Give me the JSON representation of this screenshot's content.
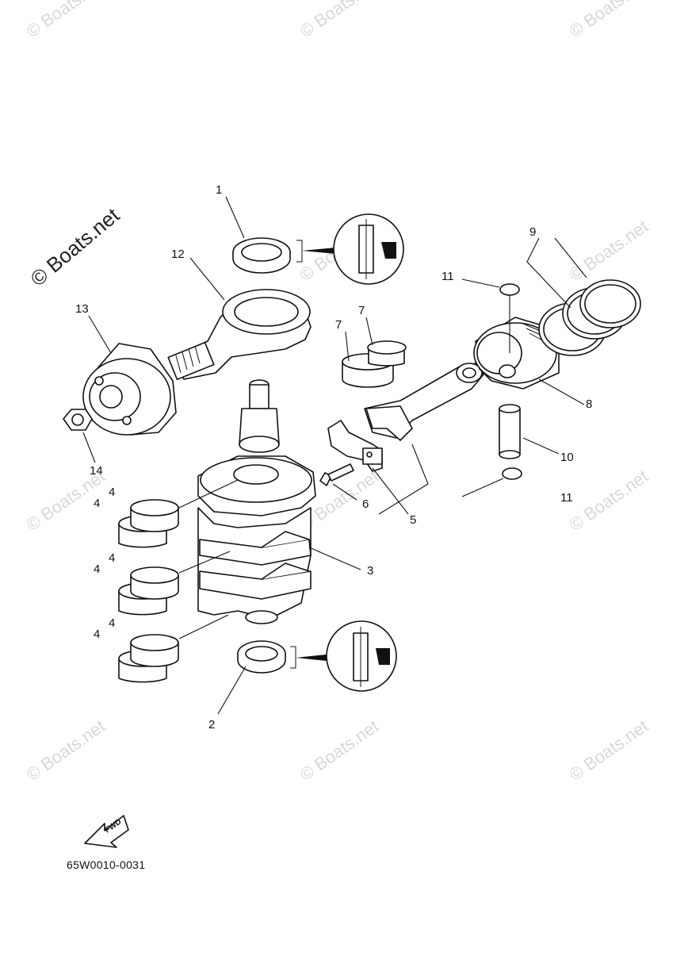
{
  "watermark_text": "© Boats.net",
  "diagram_code": "65W0010-0031",
  "fwd_label": "FWD",
  "callouts": [
    "1",
    "2",
    "3",
    "4",
    "4",
    "4",
    "4",
    "4",
    "4",
    "5",
    "6",
    "7",
    "7",
    "8",
    "9",
    "10",
    "11",
    "11",
    "12",
    "13",
    "14"
  ]
}
